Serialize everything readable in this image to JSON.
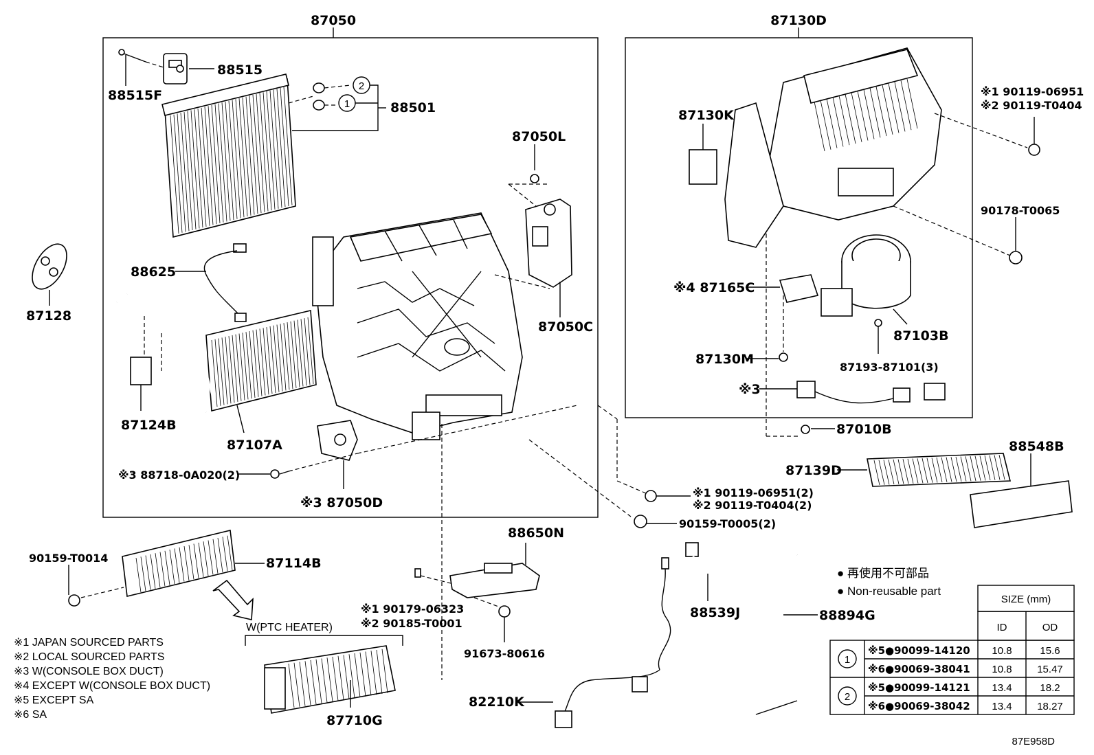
{
  "diagram_id": "87E958D",
  "groups": {
    "g87050": "87050",
    "g87130D": "87130D"
  },
  "labels": {
    "p88515": "88515",
    "p88515F": "88515F",
    "p88501": "88501",
    "p87050L": "87050L",
    "p87128": "87128",
    "p88625": "88625",
    "p87050C": "87050C",
    "p87124B": "87124B",
    "p87107A": "87107A",
    "p88718": "※3 88718-0A020(2)",
    "p87050D": "※3 87050D",
    "p87130K": "87130K",
    "p87165C": "※4 87165C",
    "p87103B": "87103B",
    "p87130M": "87130M",
    "p87193": "87193-87101(3)",
    "p3wire": "※3",
    "p87010B": "87010B",
    "p90119a": "※1 90119-06951",
    "p90119b": "※2 90119-T0404",
    "p90178": "90178-T0065",
    "p88548B": "88548B",
    "p87139D": "87139D",
    "p90119c": "※1 90119-06951(2)",
    "p90119d": "※2 90119-T0404(2)",
    "p90159a": "90159-T0005(2)",
    "p90159b": "90159-T0014",
    "p87114B": "87114B",
    "p88650N": "88650N",
    "p90179": "※1 90179-06323",
    "p90185": "※2 90185-T0001",
    "p91673": "91673-80616",
    "p88539J": "88539J",
    "p88894G": "88894G",
    "p82210K": "82210K",
    "p87710G": "87710G",
    "ptc": "W(PTC HEATER)",
    "c1": "1",
    "c2": "2"
  },
  "notes": [
    "※1 JAPAN SOURCED PARTS",
    "※2 LOCAL SOURCED PARTS",
    "※3 W(CONSOLE BOX DUCT)",
    "※4 EXCEPT W(CONSOLE BOX DUCT)",
    "※5 EXCEPT SA",
    "※6 SA"
  ],
  "legend": {
    "jp": "● 再使用不可部品",
    "en": "● Non-reusable part"
  },
  "size_table": {
    "title": "SIZE (mm)",
    "col_id": "ID",
    "col_od": "OD",
    "groups": [
      {
        "marker": "1",
        "rows": [
          {
            "part": "※5●90099-14120",
            "id": "10.8",
            "od": "15.6"
          },
          {
            "part": "※6●90069-38041",
            "id": "10.8",
            "od": "15.47"
          }
        ]
      },
      {
        "marker": "2",
        "rows": [
          {
            "part": "※5●90099-14121",
            "id": "13.4",
            "od": "18.2"
          },
          {
            "part": "※6●90069-38042",
            "id": "13.4",
            "od": "18.27"
          }
        ]
      }
    ]
  }
}
